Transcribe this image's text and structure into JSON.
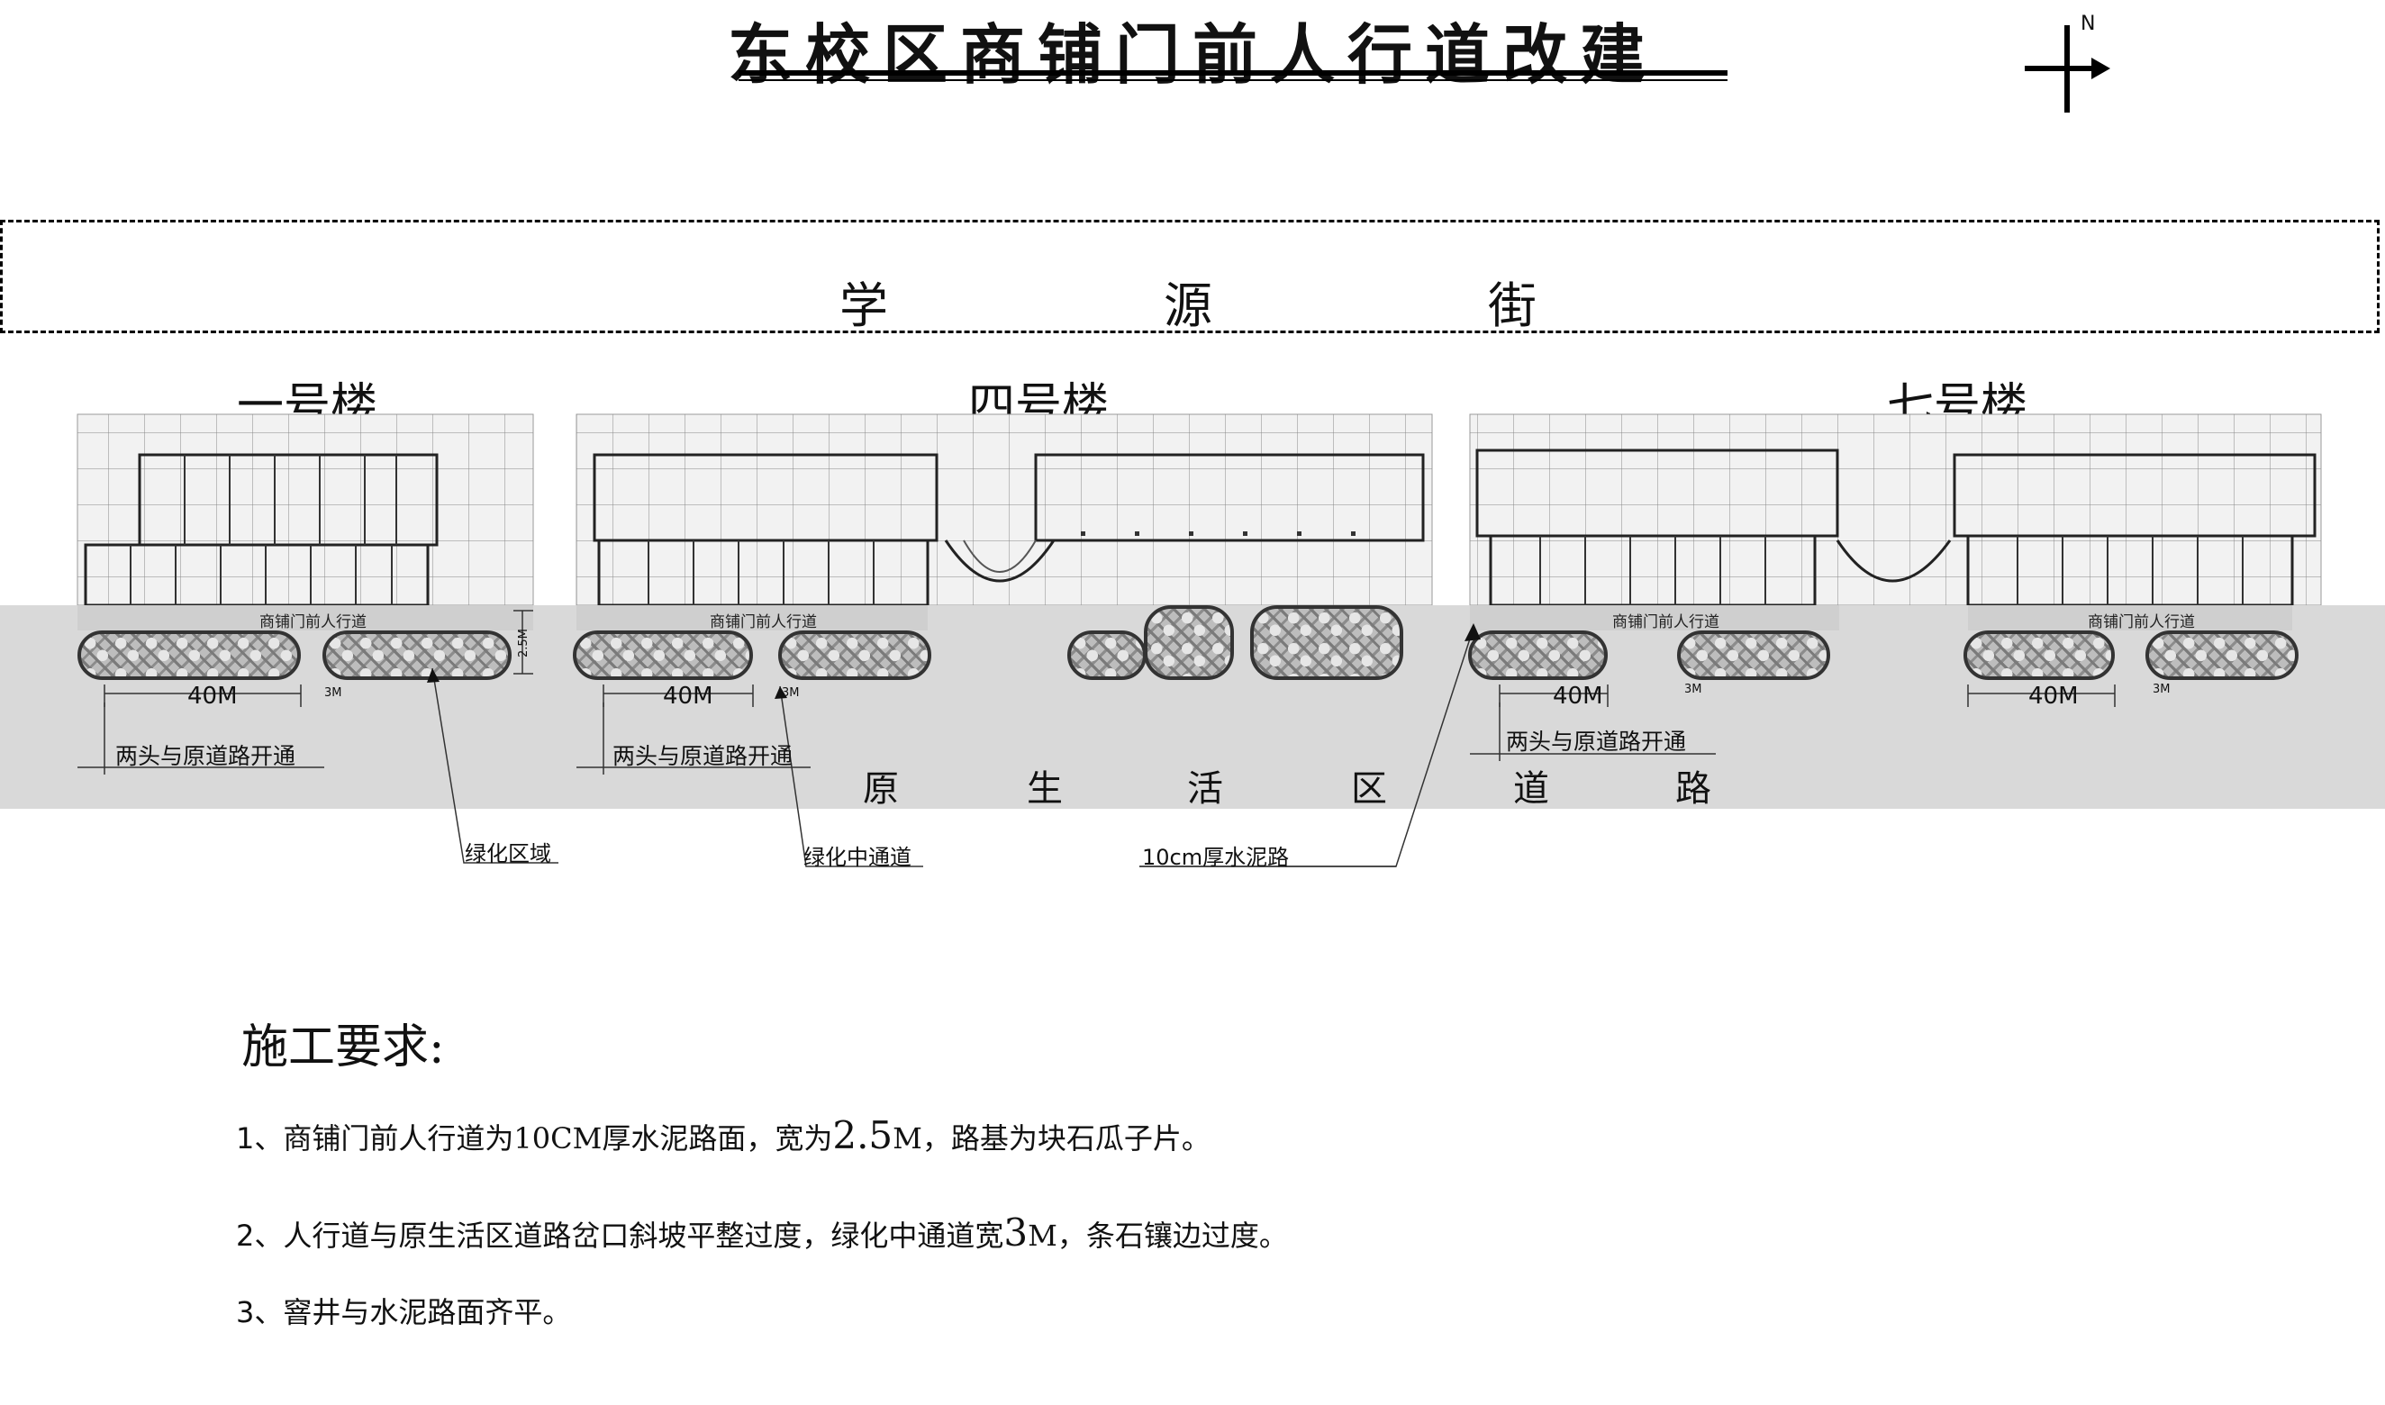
{
  "title": "东校区商铺门前人行道改建",
  "north": "N",
  "street": [
    "学",
    "源",
    "街"
  ],
  "buildings": [
    "一号楼",
    "四号楼",
    "七号楼"
  ],
  "sidewalk_label": "商铺门前人行道",
  "dims": {
    "length": "40M",
    "gap": "3M",
    "width": "2.5M"
  },
  "ends_label": "两头与原道路开通",
  "road": [
    "原",
    "生",
    "活",
    "区",
    "道",
    "路"
  ],
  "callouts": [
    "绿化区域",
    "绿化中通道",
    "10cm厚水泥路"
  ],
  "requirements": {
    "title": "施工要求:",
    "items": [
      {
        "num": "1、",
        "a": "商铺门前人行道为10CM厚水泥路面，宽为",
        "b": "2.5",
        "c": "M，路基为块石瓜子片。"
      },
      {
        "num": "2、",
        "a": "人行道与原生活区道路岔口斜坡平整过度，绿化中通道宽",
        "b": "3",
        "c": "M，条石镶边过度。"
      },
      {
        "num": "3、",
        "a": "窨井与水泥路面齐平。",
        "b": "",
        "c": ""
      }
    ]
  }
}
